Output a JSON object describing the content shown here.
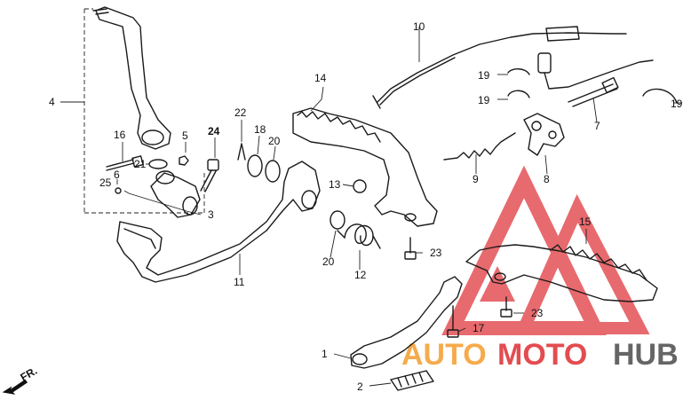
{
  "watermark": {
    "part1": "AUTO",
    "part2": "MOTO",
    "part3": "HUB",
    "color_orange": "#f5a33a",
    "color_red": "#e0393e",
    "color_grey": "#555555"
  },
  "orientation": {
    "label": "FR."
  },
  "callouts": {
    "c1": "1",
    "c2": "2",
    "c3": "3",
    "c4": "4",
    "c5": "5",
    "c6": "6",
    "c7": "7",
    "c8": "8",
    "c9": "9",
    "c10": "10",
    "c11": "11",
    "c12": "12",
    "c13": "13",
    "c14": "14",
    "c15": "15",
    "c16": "16",
    "c17": "17",
    "c18": "18",
    "c19a": "19",
    "c19b": "19",
    "c19c": "19",
    "c20a": "20",
    "c20b": "20",
    "c21": "21",
    "c22": "22",
    "c23a": "23",
    "c23b": "23",
    "c24": "24",
    "c25": "25"
  }
}
